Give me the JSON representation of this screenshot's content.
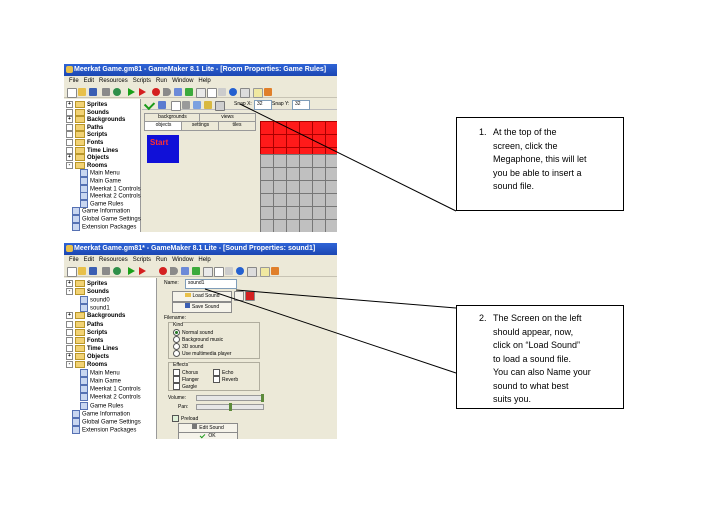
{
  "screenshot1": {
    "title": "Meerkat Game.gm81 - GameMaker 8.1 Lite - [Room Properties: Game Rules]",
    "menu": [
      "File",
      "Edit",
      "Resources",
      "Scripts",
      "Run",
      "Window",
      "Help"
    ],
    "snap_x_label": "Snap X:",
    "snap_x": "32",
    "snap_y_label": "Snap Y:",
    "snap_y": "32",
    "tabs_top": [
      "backgrounds",
      "views"
    ],
    "tabs_bottom": [
      "objects",
      "settings",
      "tiles"
    ],
    "start_label": "Start",
    "tree": [
      {
        "label": "Sprites",
        "bold": true,
        "pm": "+"
      },
      {
        "label": "Sounds",
        "bold": true,
        "pm": ""
      },
      {
        "label": "Backgrounds",
        "bold": true,
        "pm": "+"
      },
      {
        "label": "Paths",
        "bold": true,
        "pm": ""
      },
      {
        "label": "Scripts",
        "bold": true,
        "pm": ""
      },
      {
        "label": "Fonts",
        "bold": true,
        "pm": ""
      },
      {
        "label": "Time Lines",
        "bold": true,
        "pm": ""
      },
      {
        "label": "Objects",
        "bold": true,
        "pm": "+"
      },
      {
        "label": "Rooms",
        "bold": true,
        "pm": "-"
      },
      {
        "label": "Main Menu",
        "bold": false,
        "doc": true
      },
      {
        "label": "Main Game",
        "bold": false,
        "doc": true
      },
      {
        "label": "Meerkat 1 Controls",
        "bold": false,
        "doc": true
      },
      {
        "label": "Meerkat 2 Controls",
        "bold": false,
        "doc": true
      },
      {
        "label": "Game Rules",
        "bold": false,
        "doc": true
      },
      {
        "label": "Game Information",
        "bold": false,
        "root": true
      },
      {
        "label": "Global Game Settings",
        "bold": false,
        "root": true
      },
      {
        "label": "Extension Packages",
        "bold": false,
        "root": true
      }
    ]
  },
  "screenshot2": {
    "title": "Meerkat Game.gm81* - GameMaker 8.1 Lite - [Sound Properties: sound1]",
    "menu": [
      "File",
      "Edit",
      "Resources",
      "Scripts",
      "Run",
      "Window",
      "Help"
    ],
    "name_label": "Name:",
    "name_value": "sound1",
    "load_sound": "Load Sound",
    "save_sound": "Save Sound",
    "filename_label": "Filename:",
    "kind_label": "Kind",
    "kinds": [
      "Normal sound",
      "Background music",
      "3D sound",
      "Use multimedia player"
    ],
    "effects_label": "Effects",
    "effects": [
      "Chorus",
      "Echo",
      "Flanger",
      "Reverb",
      "Gargle"
    ],
    "volume_label": "Volume:",
    "pan_label": "Pan:",
    "preload_label": "Preload",
    "edit_sound": "Edit Sound",
    "ok": "OK",
    "tree": [
      {
        "label": "Sprites",
        "bold": true,
        "pm": "+"
      },
      {
        "label": "Sounds",
        "bold": true,
        "pm": "-"
      },
      {
        "label": "sound0",
        "bold": false,
        "doc": true
      },
      {
        "label": "sound1",
        "bold": false,
        "doc": true
      },
      {
        "label": "Backgrounds",
        "bold": true,
        "pm": "+"
      },
      {
        "label": "Paths",
        "bold": true,
        "pm": ""
      },
      {
        "label": "Scripts",
        "bold": true,
        "pm": ""
      },
      {
        "label": "Fonts",
        "bold": true,
        "pm": ""
      },
      {
        "label": "Time Lines",
        "bold": true,
        "pm": ""
      },
      {
        "label": "Objects",
        "bold": true,
        "pm": "+"
      },
      {
        "label": "Rooms",
        "bold": true,
        "pm": "-"
      },
      {
        "label": "Main Menu",
        "bold": false,
        "doc": true
      },
      {
        "label": "Main Game",
        "bold": false,
        "doc": true
      },
      {
        "label": "Meerkat 1 Controls",
        "bold": false,
        "doc": true
      },
      {
        "label": "Meerkat 2 Controls",
        "bold": false,
        "doc": true
      },
      {
        "label": "Game Rules",
        "bold": false,
        "doc": true
      },
      {
        "label": "Game Information",
        "bold": false,
        "root": true
      },
      {
        "label": "Global Game Settings",
        "bold": false,
        "root": true
      },
      {
        "label": "Extension Packages",
        "bold": false,
        "root": true
      }
    ]
  },
  "callout1": {
    "number": "1.",
    "lines": [
      "At the top of the",
      "screen, click the",
      "Megaphone, this will let",
      "you be able to insert a",
      "sound file."
    ]
  },
  "callout2": {
    "number": "2.",
    "lines": [
      "The Screen on the left",
      "should appear, now,",
      "click on “Load Sound”",
      "to load a sound file.",
      "You can also Name your",
      "sound to what best",
      "suits you."
    ]
  }
}
